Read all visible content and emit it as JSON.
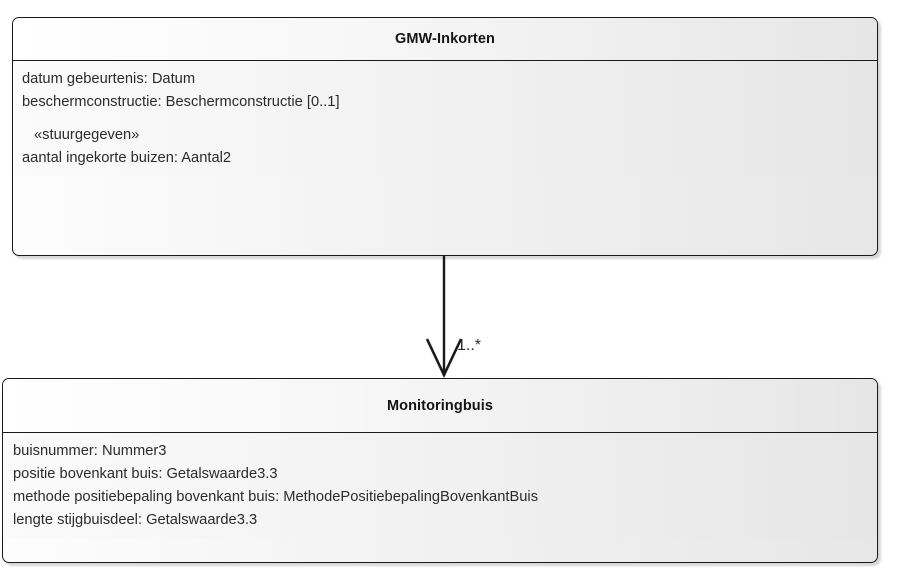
{
  "diagram": {
    "type": "uml-class-diagram",
    "background_color": "#ffffff",
    "line_color": "#1a1a1a",
    "text_color": "#2b2b2b"
  },
  "classes": [
    {
      "id": "gmw-inkorten",
      "name": "GMW-Inkorten",
      "attributes": [
        {
          "text": "datum gebeurtenis: Datum",
          "kind": "attribute"
        },
        {
          "text": "beschermconstructie: Beschermconstructie [0..1]",
          "kind": "attribute"
        },
        {
          "text": "«stuurgegeven»",
          "kind": "stereotype"
        },
        {
          "text": "aantal ingekorte buizen: Aantal2",
          "kind": "attribute"
        }
      ]
    },
    {
      "id": "monitoringbuis",
      "name": "Monitoringbuis",
      "attributes": [
        {
          "text": "buisnummer: Nummer3",
          "kind": "attribute"
        },
        {
          "text": "positie bovenkant buis: Getalswaarde3.3",
          "kind": "attribute"
        },
        {
          "text": "methode positiebepaling bovenkant buis: MethodePositiebepalingBovenkantBuis",
          "kind": "attribute"
        },
        {
          "text": "lengte stijgbuisdeel: Getalswaarde3.3",
          "kind": "attribute"
        }
      ]
    }
  ],
  "association": {
    "source": "GMW-Inkorten",
    "target": "Monitoringbuis",
    "multiplicity_label": "1..*",
    "arrow_style": "open-arrowhead",
    "direction": "down"
  }
}
